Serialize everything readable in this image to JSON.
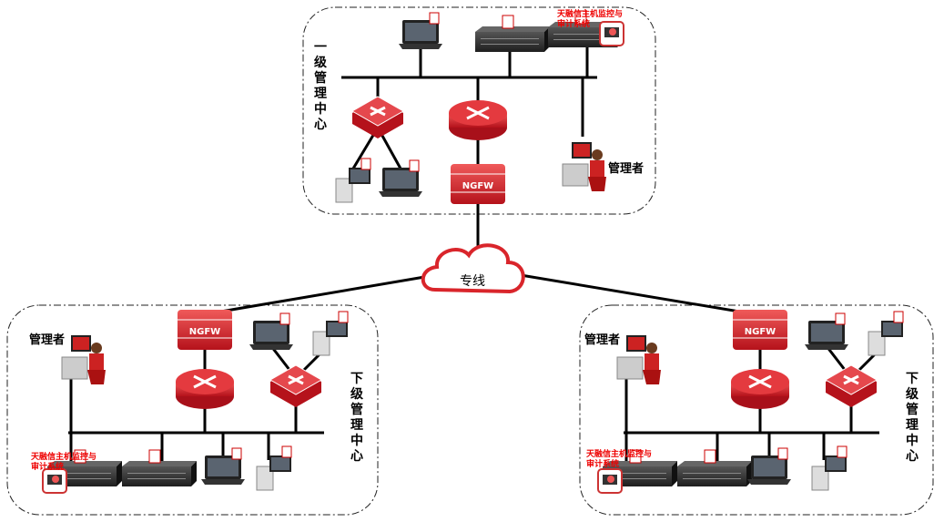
{
  "top_center": {
    "label": "一级管理中心",
    "admin_label": "管理者",
    "audit_label": "天融信主机监控与审计系统"
  },
  "cloud": {
    "label": "专线"
  },
  "left_center": {
    "label": "下级管理中心",
    "admin_label": "管理者",
    "audit_label": "天融信主机监控与审计系统"
  },
  "right_center": {
    "label": "下级管理中心",
    "admin_label": "管理者",
    "audit_label": "天融信主机监控与审计系统"
  },
  "firewall_label": "NGFW",
  "colors": {
    "accent": "#d9252b",
    "line": "#000000",
    "audit_text": "#ee0000"
  }
}
